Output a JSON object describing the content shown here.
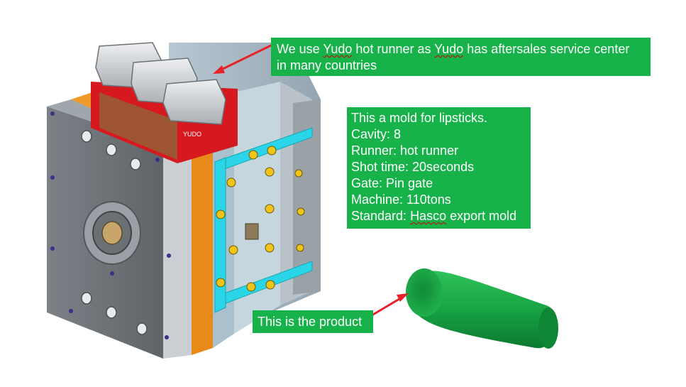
{
  "callouts": {
    "hot_runner": {
      "line1_pre": "We use ",
      "line1_w1": "Yudo",
      "line1_mid": " hot runner as ",
      "line1_w2": "Yudo",
      "line1_post": " has aftersales service center",
      "line2": "in many countries"
    },
    "specs": {
      "lines": [
        "This a mold for lipsticks.",
        "Cavity: 8",
        "Runner: hot runner",
        "Shot time: 20seconds",
        "Gate: Pin gate",
        "Machine: 110tons"
      ],
      "standard_pre": "Standard: ",
      "standard_word": "Hasco",
      "standard_post": " export mold"
    },
    "product": {
      "text": "This is the product"
    }
  },
  "mold_label": "YUDO",
  "colors": {
    "callout_bg": "#17b24a",
    "callout_text": "#ffffff",
    "arrow": "#e8222a",
    "plate_steel": "#6d7378",
    "hot_runner_red": "#d6191f",
    "cooling_channel": "#29d5e6",
    "orange_plate": "#e88a1a",
    "product_green": "#169a3c"
  },
  "icons": {
    "arrows": "red-arrow-icon",
    "bolts": "bolt-hole-icon",
    "fittings": "water-fitting-icon"
  }
}
